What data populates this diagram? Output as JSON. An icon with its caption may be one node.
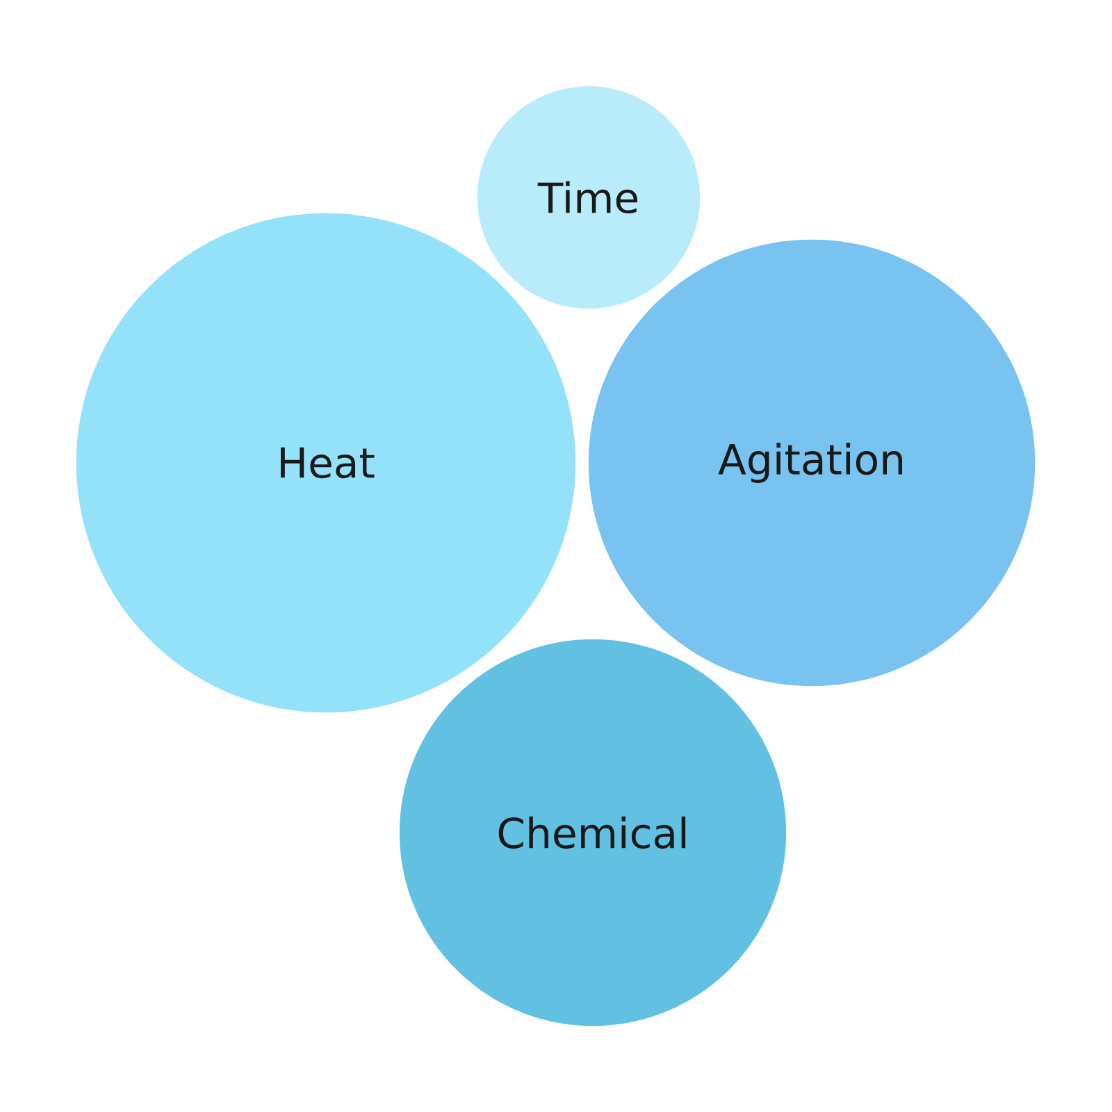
{
  "diagram": {
    "nodes": [
      {
        "text": [
          "Time"
        ]
      },
      {
        "text": [
          "Heat"
        ]
      },
      {
        "text": [
          "Agitation"
        ]
      },
      {
        "text": [
          "Chemical"
        ]
      }
    ]
  }
}
